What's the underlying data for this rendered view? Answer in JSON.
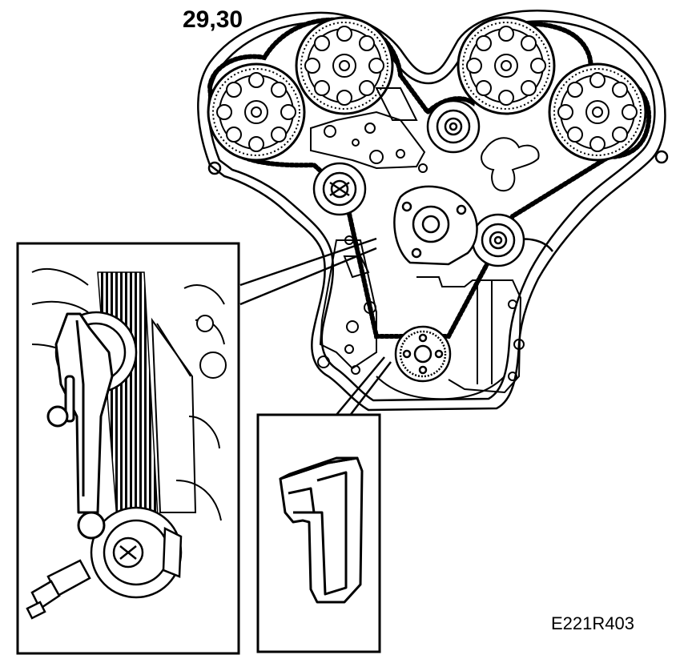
{
  "labels": {
    "ref": "29,30",
    "code": "E221R403"
  },
  "colors": {
    "ink": "#000000",
    "paper": "#ffffff",
    "shade": "#d9d9d9"
  },
  "callouts": {
    "tool_digit": "1"
  }
}
